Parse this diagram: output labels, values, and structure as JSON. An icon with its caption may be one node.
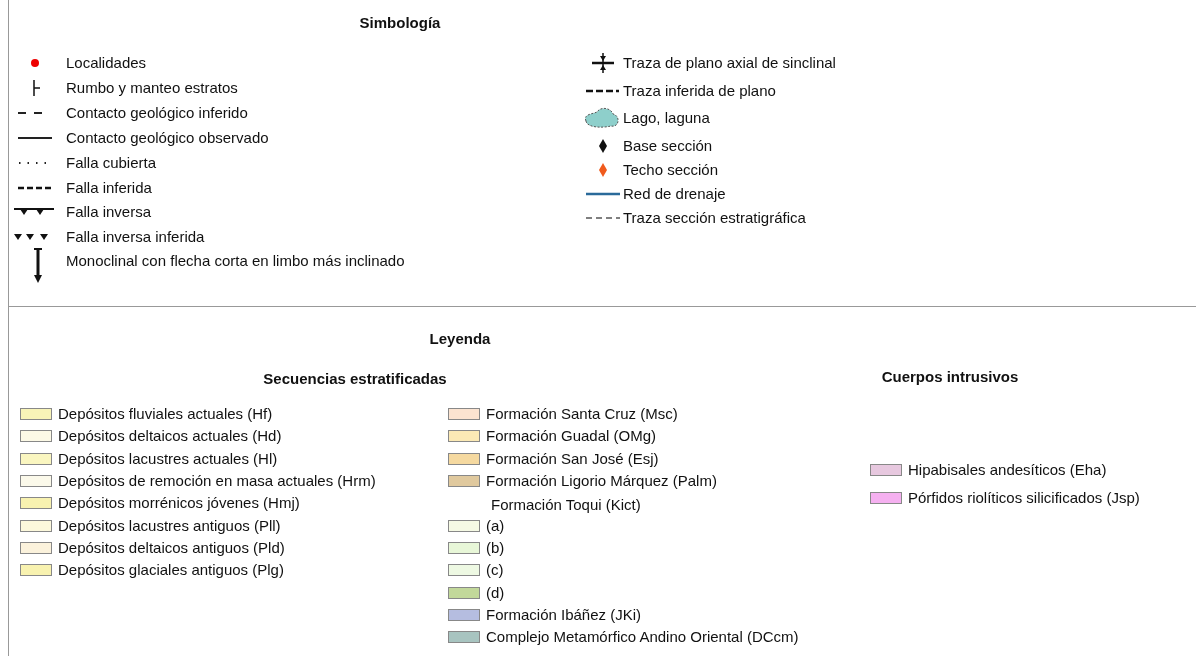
{
  "diagram": {
    "title": "Simbología",
    "labels": [
      "Leyenda",
      "Secuencias estratificadas",
      "Cuerpos intrusivos",
      "Formación Toqui (Kict)"
    ],
    "legend": [
      {
        "text": "Localidades"
      },
      {
        "text": "Rumbo y manteo estratos"
      },
      {
        "text": "Contacto geológico inferido"
      },
      {
        "text": "Contacto geológico observado"
      },
      {
        "text": "Falla cubierta"
      },
      {
        "text": "Falla inferida"
      },
      {
        "text": "Falla inversa"
      },
      {
        "text": "Falla inversa inferida"
      },
      {
        "text": "Monoclinal con flecha corta en limbo más inclinado"
      },
      {
        "text": "Traza de plano axial de sinclinal"
      },
      {
        "text": "Traza inferida de plano"
      },
      {
        "text": "Lago, laguna"
      },
      {
        "text": "Base sección"
      },
      {
        "text": "Techo sección"
      },
      {
        "text": "Red de drenaje"
      },
      {
        "text": "Traza sección estratigráfica"
      },
      {
        "text": "Depósitos fluviales actuales (Hf)",
        "color": "#f8f4b8"
      },
      {
        "text": "Depósitos deltaicos actuales (Hd)",
        "color": "#fcf9e6"
      },
      {
        "text": "Depósitos lacustres actuales (Hl)",
        "color": "#faf6c0"
      },
      {
        "text": "Depósitos de remoción en masa actuales (Hrm)",
        "color": "#fbf9ea"
      },
      {
        "text": "Depósitos morrénicos jóvenes (Hmj)",
        "color": "#f8f2b0"
      },
      {
        "text": "Depósitos lacustres antiguos (Pll)",
        "color": "#fcf8dc"
      },
      {
        "text": "Depósitos deltaicos antiguos (Pld)",
        "color": "#fbf2dc"
      },
      {
        "text": "Depósitos glaciales antiguos (Plg)",
        "color": "#f8f2b0"
      },
      {
        "text": "Formación Santa Cruz (Msc)",
        "color": "#fbe3d0"
      },
      {
        "text": "Formación Guadal (OMg)",
        "color": "#fbe9b5"
      },
      {
        "text": "Formación San José (Esj)",
        "color": "#f5d9a0"
      },
      {
        "text": "Formación Ligorio Márquez (Palm)",
        "color": "#e0c99e"
      },
      {
        "text": "(a)",
        "color": "#f5f9e4"
      },
      {
        "text": "(b)",
        "color": "#e8f7d8"
      },
      {
        "text": "(c)",
        "color": "#eef9e3"
      },
      {
        "text": "(d)",
        "color": "#c2d89a"
      },
      {
        "text": "Formación Ibáñez (JKi)",
        "color": "#b5bde0"
      },
      {
        "text": "Complejo Metamórfico Andino Oriental (DCcm)",
        "color": "#a8c4c0"
      },
      {
        "text": "Hipabisales andesíticos (Eha)",
        "color": "#e7c8df"
      },
      {
        "text": "Pórfidos riolíticos silicificados (Jsp)",
        "color": "#f5b0f0"
      }
    ]
  }
}
